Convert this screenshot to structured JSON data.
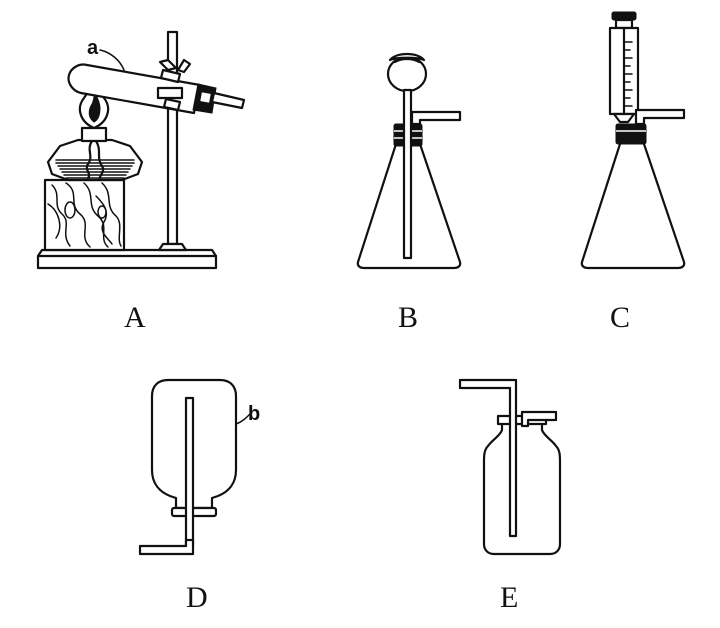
{
  "labels": {
    "a": "a",
    "b": "b",
    "A": "A",
    "B": "B",
    "C": "C",
    "D": "D",
    "E": "E"
  },
  "colors": {
    "ink": "#111111",
    "paper": "#ffffff"
  }
}
